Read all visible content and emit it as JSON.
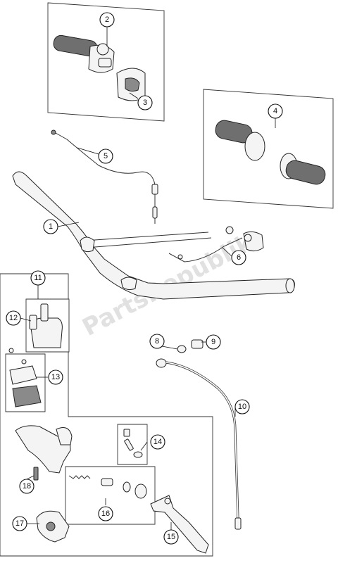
{
  "diagram": {
    "watermark": "PartsRepublik",
    "callouts": [
      {
        "label": "1"
      },
      {
        "label": "2"
      },
      {
        "label": "3"
      },
      {
        "label": "4"
      },
      {
        "label": "5"
      },
      {
        "label": "6"
      },
      {
        "label": "8"
      },
      {
        "label": "9"
      },
      {
        "label": "10"
      },
      {
        "label": "11"
      },
      {
        "label": "12"
      },
      {
        "label": "13"
      },
      {
        "label": "14"
      },
      {
        "label": "15"
      },
      {
        "label": "16"
      },
      {
        "label": "17"
      },
      {
        "label": "18"
      }
    ]
  }
}
